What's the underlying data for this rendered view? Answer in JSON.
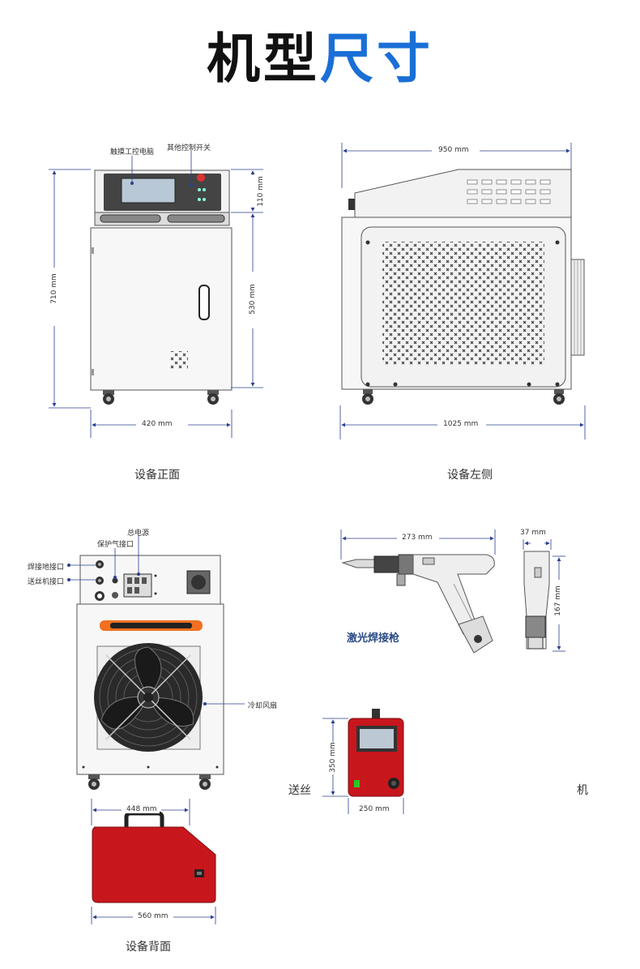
{
  "title": {
    "part1": "机型",
    "part2": "尺寸"
  },
  "front": {
    "label_touch": "触摸工控电脑",
    "label_switch": "其他控制开关",
    "dim_height": "710 mm",
    "dim_top": "110 mm",
    "dim_body": "530 mm",
    "dim_width": "420 mm",
    "caption": "设备正面"
  },
  "side": {
    "dim_top": "950 mm",
    "dim_bottom": "1025 mm",
    "caption": "设备左侧"
  },
  "back": {
    "label_power": "总电源",
    "label_gas": "保护气接口",
    "label_weld_ground": "焊接地接口",
    "label_wire_feeder": "送丝机接口",
    "label_fan": "冷却风扇",
    "caption": "设备背面"
  },
  "gun": {
    "dim_length": "273 mm",
    "dim_width": "37 mm",
    "dim_height": "167 mm",
    "caption": "激光焊接枪"
  },
  "feeder": {
    "dim_height": "350 mm",
    "dim_width": "250 mm",
    "caption_left": "送丝",
    "caption_right": "机"
  },
  "case": {
    "dim_top": "448 mm",
    "dim_bottom": "560 mm"
  },
  "colors": {
    "accent_blue": "#1a6fd6",
    "dim_line": "#2b3f8f",
    "case_red": "#c8161d"
  }
}
